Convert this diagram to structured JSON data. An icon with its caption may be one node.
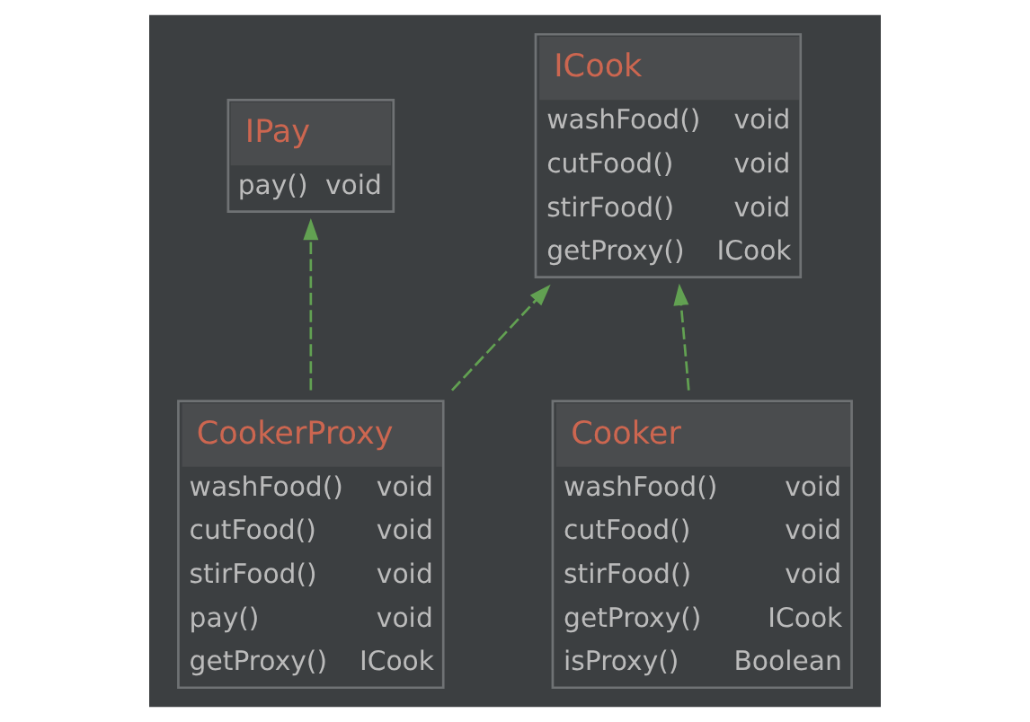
{
  "diagram": {
    "nodes": [
      {
        "text": [
          "IPay",
          "pay()",
          "void"
        ]
      },
      {
        "text": [
          "ICook",
          "washFood()",
          "void",
          "cutFood()",
          "void",
          "stirFood()",
          "void",
          "getProxy()",
          "ICook"
        ]
      },
      {
        "text": [
          "CookerProxy",
          "washFood()",
          "void",
          "cutFood()",
          "void",
          "stirFood()",
          "void",
          "pay()",
          "void",
          "getProxy()",
          "ICook"
        ]
      },
      {
        "text": [
          "Cooker",
          "washFood()",
          "void",
          "cutFood()",
          "void",
          "stirFood()",
          "void",
          "getProxy()",
          "ICook",
          "isProxy()",
          "Boolean"
        ]
      }
    ],
    "edges": [
      {
        "from": 2,
        "to": 0,
        "arrow": "to",
        "style": "dashed"
      },
      {
        "from": 2,
        "to": 1,
        "arrow": "to",
        "style": "dashed"
      },
      {
        "from": 3,
        "to": 1,
        "arrow": "to",
        "style": "dashed"
      }
    ]
  }
}
